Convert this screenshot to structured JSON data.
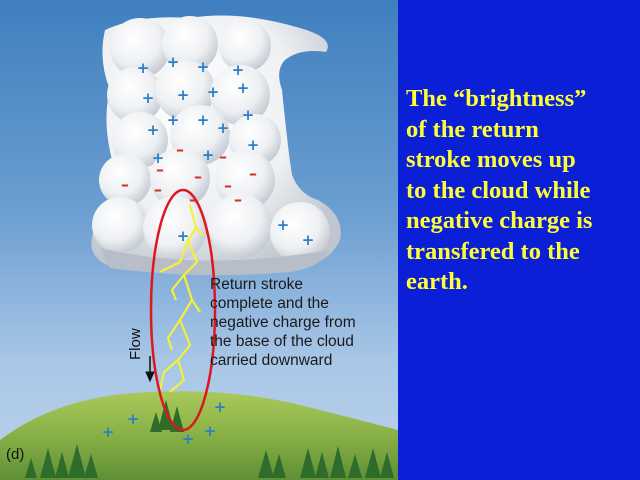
{
  "figure": {
    "panel_label": "(d)",
    "flow_label": "Flow",
    "caption_lines": [
      "Return stroke",
      "complete and the",
      "negative charge from",
      "the base of the cloud",
      "carried downward"
    ],
    "positive_symbol": "+",
    "negative_symbol": "–"
  },
  "statement": {
    "lines": [
      "The “brightness”",
      "of the return",
      "stroke moves up",
      "to the cloud while",
      "negative charge is",
      "transfered to the",
      "earth."
    ]
  },
  "colors": {
    "background": "#0b1fd6",
    "statement_text": "#ffff38",
    "highlight_ellipse": "#e0161d",
    "lightning": "#f4f03a",
    "positive_charge": "#2a7fc8",
    "negative_charge": "#d2322a"
  }
}
